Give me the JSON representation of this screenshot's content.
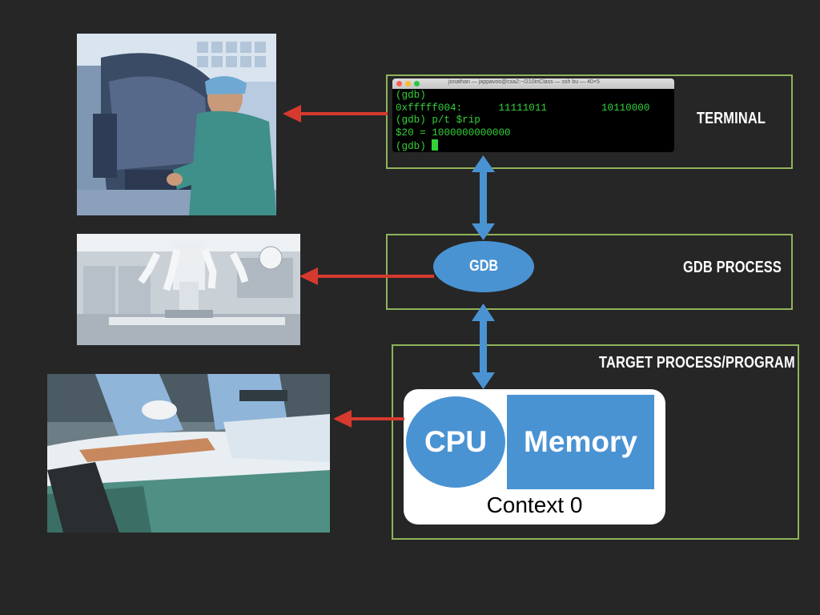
{
  "colors": {
    "background": "#262626",
    "box_border": "#8fb35a",
    "accent_blue": "#4a93d3",
    "arrow_red": "#d63a2f",
    "terminal_text": "#35d13a"
  },
  "terminal": {
    "title": "jonathan — jappavoo@csa2:~/210inClass — ssh bu — 40×5",
    "lines": [
      "(gdb)",
      "0xfffff004:      11111011         10110000",
      "(gdb) p/t $rip",
      "$20 = 1000000000000",
      "(gdb) "
    ]
  },
  "labels": {
    "terminal": "TERMINAL",
    "gdb_process": "GDB PROCESS",
    "target_process": "TARGET PROCESS/PROGRAM",
    "gdb": "GDB",
    "cpu": "CPU",
    "memory": "Memory",
    "context": "Context 0"
  },
  "images": [
    "surgeon-at-console-photo",
    "robotic-surgical-arms-photo",
    "patient-on-operating-table-photo"
  ]
}
